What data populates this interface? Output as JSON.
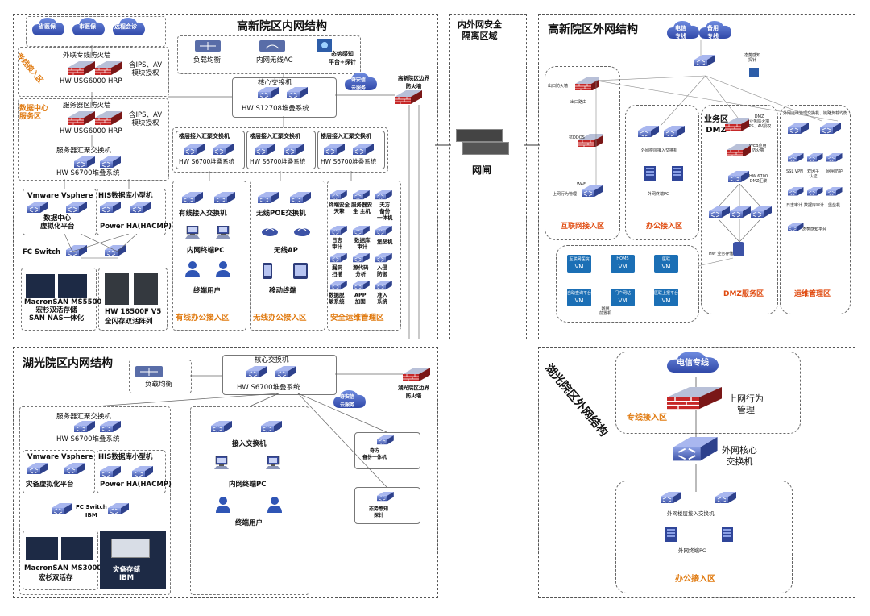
{
  "gx": {
    "title": "高新院区内网结构",
    "clouds": [
      "省医保",
      "市医保",
      "远程会诊"
    ],
    "zhuanxian_zone": "专线接入区",
    "ext_fw": {
      "name": "外联专线防火墙",
      "model": "HW USG6000 HRP",
      "note": "含IPS、AV\n模块授权"
    },
    "dc_zone": "数据中心\n服务区",
    "srv_fw": {
      "name": "服务器区防火墙",
      "model": "HW USG6000 HRP",
      "note": "含IPS、AV\n模块授权"
    },
    "srv_agg": {
      "name": "服务器汇聚交换机",
      "model": "HW S6700堆叠系统"
    },
    "vmware": {
      "name": "Vmware Vsphere",
      "desc": "数据中心\n虚拟化平台"
    },
    "his": {
      "name": "HIS数据库小型机",
      "desc": "Power HA(HACMP)"
    },
    "fc": "FC Switch",
    "san": {
      "model": "MacronSAN MS5500",
      "desc": "宏杉双活存储\nSAN NAS一体化"
    },
    "flash": {
      "model": "HW 18500F V5",
      "desc": "全闪存双活阵列"
    },
    "top_devices": [
      "负载均衡",
      "内网无线AC",
      "态势感知\n平台+探针"
    ],
    "core": {
      "name": "核心交换机",
      "model": "HW S12708堆叠系统"
    },
    "cloud_qianfang": "奇安信\n云服务",
    "border_fw": "高新院区边界\n防火墙",
    "access_agg": [
      {
        "name": "楼层接入汇聚交换机",
        "model": "HW S6700堆叠系统"
      },
      {
        "name": "楼层接入汇聚交换机",
        "model": "HW S6700堆叠系统"
      },
      {
        "name": "楼层接入汇聚交换机",
        "model": "HW S6700堆叠系统"
      }
    ],
    "wired": {
      "switch": "有线接入交换机",
      "pc": "内网终端PC",
      "user": "终端用户",
      "zone": "有线办公接入区"
    },
    "wireless": {
      "switch": "无线POE交换机",
      "ap": "无线AP",
      "mobile": "移动终端",
      "zone": "无线办公接入区"
    },
    "security": {
      "zone": "安全运维管理区",
      "items": [
        "终端安全\n天擎",
        "服务器安\n全 主机",
        "天方\n备份\n一体机",
        "日志\n审计",
        "数据库\n审计",
        "堡垒机",
        "漏洞\n扫描",
        "源代码\n分析",
        "入侵\n防御",
        "数据脱\n敏系统",
        "APP\n加固",
        "准入\n系统"
      ]
    }
  },
  "middle": {
    "title": "内外网安全\n隔离区域",
    "gateway": "网闸"
  },
  "gx_ext": {
    "title": "高新院区外网结构",
    "clouds": [
      "电信\n专线",
      "备用\n专线"
    ],
    "top_right_label": "态势感知\n探针",
    "internet": {
      "zone": "互联网接入区",
      "items": [
        "出口防火墙",
        "上网行为管理"
      ],
      "small": [
        "出口路由",
        "抗DDOS",
        "WAF"
      ]
    },
    "office": {
      "zone": "办公接入区",
      "switch": "外网楼层接入交换机",
      "pc": "外网终端PC"
    },
    "dmz": {
      "title": "业务区\nDMZ",
      "zone": "DMZ服务区",
      "fw": "DMZ\n业务防火墙\nIPS、AV授权",
      "waf": "WEB应用\n防火墙",
      "sw": "HW 6700\nDMZ汇聚",
      "storage": "HW 业务存储"
    },
    "ops": {
      "zone": "运维管理区",
      "head": "外网运维管理交换机、链路负载均衡",
      "items": [
        "SSL VPN",
        "双因子\n认证",
        "网闸防护",
        "日志审计",
        "数据库审计",
        "堡垒机",
        "态势感知平台"
      ]
    },
    "vms": [
      "互联网医院",
      "HQMS",
      "医联",
      "自助查询平台",
      "门户网站",
      "医联上报平台"
    ],
    "vm_label": "VM",
    "vm_extra": "网闸\n前置机"
  },
  "hg": {
    "title": "湖光院区内网结构",
    "lb": "负载均衡",
    "core": {
      "name": "核心交换机",
      "model": "HW S6700堆叠系统"
    },
    "cloud": "奇安信\n云服务",
    "border_fw": "湖光院区边界\n防火墙",
    "srv_agg": {
      "name": "服务器汇聚交换机",
      "model": "HW S6700堆叠系统"
    },
    "vmware": {
      "name": "Vmware Vsphere",
      "desc": "灾备虚拟化平台"
    },
    "his": {
      "name": "HIS数据库小型机",
      "desc": "Power HA(HACMP)"
    },
    "fc": "FC Switch\nIBM",
    "san": {
      "model": "MacronSAN MS3000",
      "desc": "宏杉双活存"
    },
    "dr": "灾备存储\nIBM",
    "access": {
      "switch": "接入交换机",
      "pc": "内网终端PC",
      "user": "终端用户"
    },
    "backup": "奇方\n备份一体机",
    "probe": "态势感知\n探针"
  },
  "hg_ext": {
    "title": "湖光院区外网结构",
    "cloud": "电信专线",
    "behavior": "上网行为\n管理",
    "zone1": "专线接入区",
    "core": "外网核心\n交换机",
    "switch": "外网楼层接入交换机",
    "pc": "外网终端PC",
    "zone2": "办公接入区"
  },
  "colors": {
    "device_blue": "#4a63b8",
    "zone_orange": "#e07a10",
    "vm_blue": "#1b6fb5",
    "fw_red": "#c62828"
  }
}
